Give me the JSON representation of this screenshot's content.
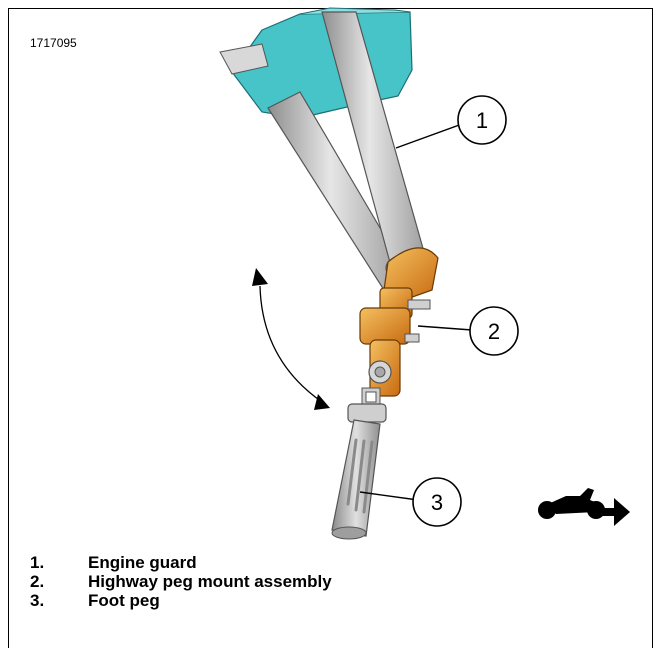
{
  "figure": {
    "id_label": "1717095",
    "callouts": [
      "1",
      "2",
      "3"
    ]
  },
  "legend": {
    "items": [
      {
        "number": "1.",
        "text": "Engine guard"
      },
      {
        "number": "2.",
        "text": "Highway peg mount assembly"
      },
      {
        "number": "3.",
        "text": "Foot peg"
      }
    ]
  },
  "colors": {
    "guard_teal": "#46c4c8",
    "tube_gray": "#c4c4c4",
    "mount_orange": "#e09a2a",
    "peg_gray": "#b8b8b8"
  },
  "icons": [
    "motorcycle-direction-icon"
  ]
}
